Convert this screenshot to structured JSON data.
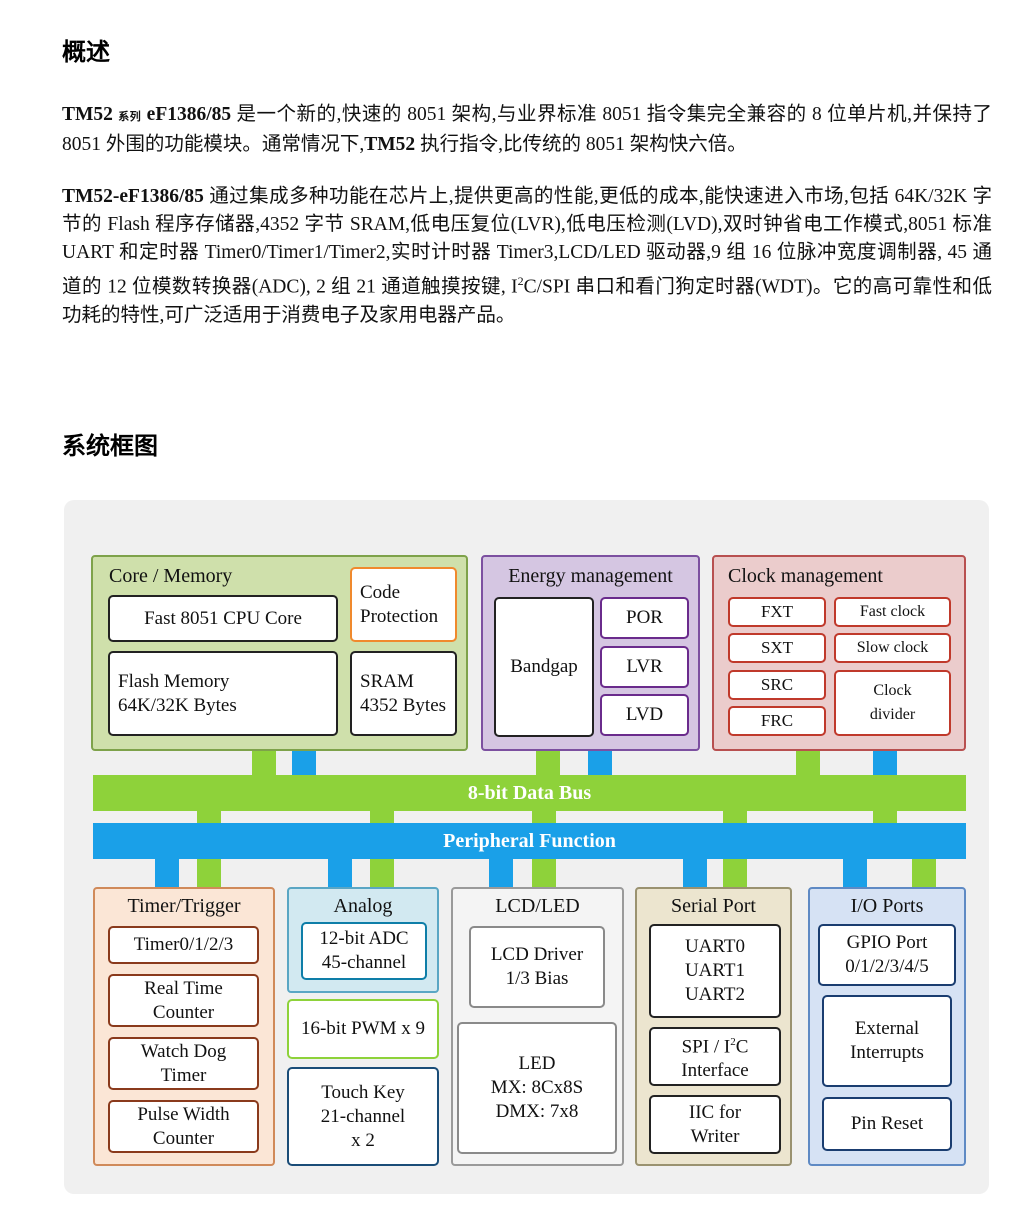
{
  "section1": {
    "title": "概述",
    "p1_brand": "TM52",
    "p1_series": "系列",
    "p1_model": "eF1386/85",
    "p1_text_a": " 是一个新的,快速的 8051 架构,与业界标准 8051 指令集完全兼容的 8 位单片机,并保持了 8051 外围的功能模块。通常情况下,",
    "p1_brand2": "TM52",
    "p1_text_b": " 执行指令,比传统的 8051 架构快六倍。",
    "p2_model": "TM52-eF1386/85",
    "p2_text_a": " 通过集成多种功能在芯片上,提供更高的性能,更低的成本,能快速进入市场,包括 64K/32K 字节的 Flash 程序存储器,4352 字节 SRAM,低电压复位(LVR),低电压检测(LVD),双时钟省电工作模式,8051 标准 UART 和定时器 Timer0/Timer1/Timer2,实时计时器 Timer3,LCD/LED 驱动器,9 组 16 位脉冲宽度调制器, 45 通道的 12 位模数转换器(ADC), 2 组 21 通道触摸按键, I",
    "p2_sup": "2",
    "p2_text_b": "C/SPI 串口和看门狗定时器(WDT)。它的高可靠性和低功耗的特性,可广泛适用于消费电子及家用电器产品。"
  },
  "section2": {
    "title": "系统框图"
  },
  "diagram": {
    "core": {
      "title": "Core / Memory",
      "cpu": "Fast 8051 CPU Core",
      "code_l1": "Code",
      "code_l2": "Protection",
      "flash_l1": "Flash Memory",
      "flash_l2": "64K/32K Bytes",
      "sram_l1": "SRAM",
      "sram_l2": "4352 Bytes"
    },
    "energy": {
      "title": "Energy management",
      "bandgap": "Bandgap",
      "por": "POR",
      "lvr": "LVR",
      "lvd": "LVD"
    },
    "clock": {
      "title": "Clock management",
      "fxt": "FXT",
      "sxt": "SXT",
      "src": "SRC",
      "frc": "FRC",
      "fast": "Fast clock",
      "slow": "Slow clock",
      "div_l1": "Clock",
      "div_l2": "divider"
    },
    "data_bus": "8-bit Data Bus",
    "periph_bus": "Peripheral Function",
    "timer": {
      "title": "Timer/Trigger",
      "t0123": "Timer0/1/2/3",
      "rtc_l1": "Real Time",
      "rtc_l2": "Counter",
      "wdt_l1": "Watch Dog",
      "wdt_l2": "Timer",
      "pwc_l1": "Pulse Width",
      "pwc_l2": "Counter"
    },
    "analog": {
      "title": "Analog",
      "adc_l1": "12-bit ADC",
      "adc_l2": "45-channel",
      "pwm": "16-bit PWM x 9",
      "touch_l1": "Touch Key",
      "touch_l2": "21-channel",
      "touch_l3": "x 2"
    },
    "lcd": {
      "title": "LCD/LED",
      "drv_l1": "LCD Driver",
      "drv_l2": "1/3 Bias",
      "led_l1": "LED",
      "led_l2": "MX: 8Cx8S",
      "led_l3": "DMX: 7x8"
    },
    "serial": {
      "title": "Serial Port",
      "uart0": "UART0",
      "uart1": "UART1",
      "uart2": "UART2",
      "spi_a": "SPI / I",
      "spi_sup": "2",
      "spi_b": "C",
      "spi_l2": "Interface",
      "iic_l1": "IIC for",
      "iic_l2": "Writer"
    },
    "io": {
      "title": "I/O Ports",
      "gpio_l1": "GPIO Port",
      "gpio_l2": "0/1/2/3/4/5",
      "ext_l1": "External",
      "ext_l2": "Interrupts",
      "reset": "Pin Reset"
    },
    "colors": {
      "core": "#6f9a3e",
      "energy": "#6a2b8c",
      "clock": "#c0392b",
      "timer": "#b5542a",
      "analog": "#0e7ea8",
      "lcd": "#909090",
      "serial": "#222222",
      "io": "#1f5faa",
      "data_bus": "#8ed23a",
      "periph_bus": "#1aa0e8"
    }
  }
}
